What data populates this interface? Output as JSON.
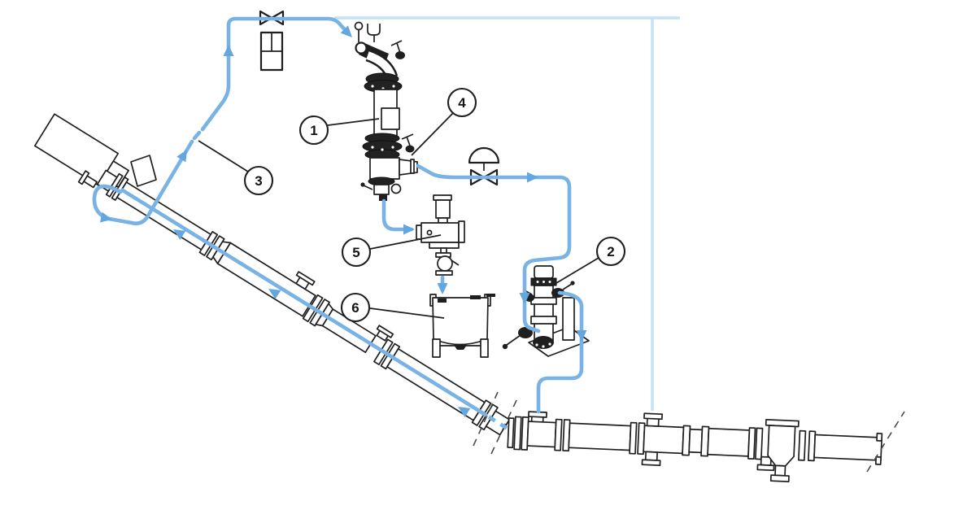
{
  "diagram": {
    "type": "piping-flow-diagram",
    "callouts": [
      {
        "label": "1"
      },
      {
        "label": "2"
      },
      {
        "label": "3"
      },
      {
        "label": "4"
      },
      {
        "label": "5"
      },
      {
        "label": "6"
      }
    ]
  },
  "colors": {
    "flow": "#79b2e4",
    "flow_arrow": "#64a7de",
    "flow_light": "#c6e2f6",
    "line": "#1f1f1f"
  }
}
